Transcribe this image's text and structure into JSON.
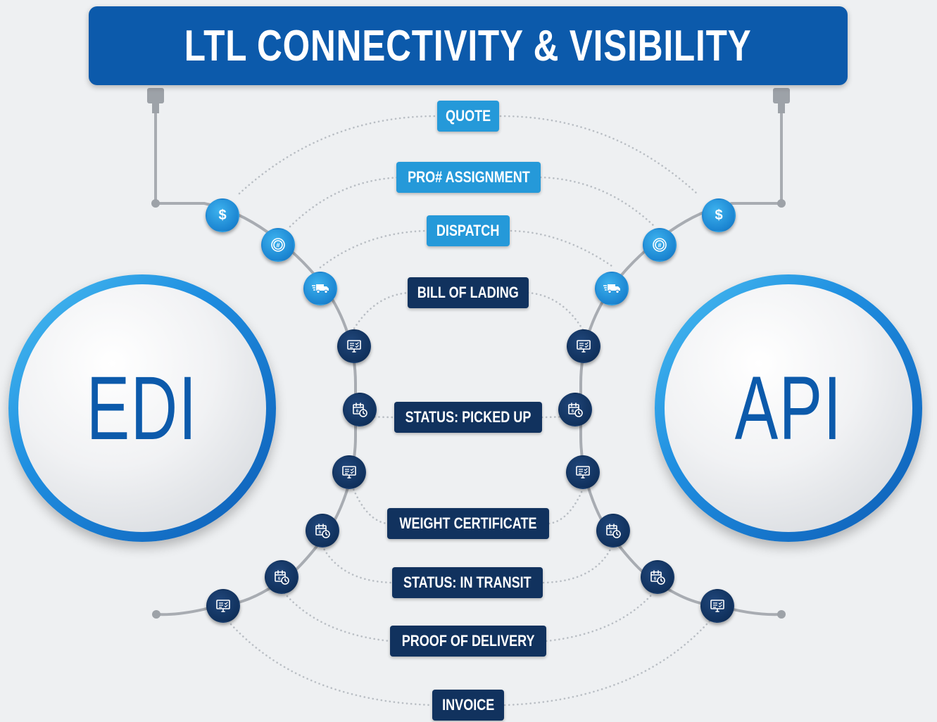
{
  "title": "LTL CONNECTIVITY & VISIBILITY",
  "left_circle": "EDI",
  "right_circle": "API",
  "colors": {
    "header": "#0c5aab",
    "light_label": "#2599d9",
    "dark_label": "#11325e",
    "circle_ring": "#1f8ee0",
    "background": "#eef0f2"
  },
  "labels": [
    {
      "text": "QUOTE",
      "style": "light"
    },
    {
      "text": "PRO# ASSIGNMENT",
      "style": "light"
    },
    {
      "text": "DISPATCH",
      "style": "light"
    },
    {
      "text": "BILL OF LADING",
      "style": "dark"
    },
    {
      "text": "STATUS: PICKED UP",
      "style": "dark"
    },
    {
      "text": "WEIGHT CERTIFICATE",
      "style": "dark"
    },
    {
      "text": "STATUS: IN TRANSIT",
      "style": "dark"
    },
    {
      "text": "PROOF OF DELIVERY",
      "style": "dark"
    },
    {
      "text": "INVOICE",
      "style": "dark"
    }
  ],
  "nodes": [
    {
      "icon": "dollar-icon",
      "style": "light",
      "glyph": "$"
    },
    {
      "icon": "fingerprint-hash-icon",
      "style": "light"
    },
    {
      "icon": "delivery-truck-icon",
      "style": "light"
    },
    {
      "icon": "monitor-checklist-icon",
      "style": "dark"
    },
    {
      "icon": "calendar-clock-icon",
      "style": "dark"
    },
    {
      "icon": "monitor-checklist-icon",
      "style": "dark"
    },
    {
      "icon": "calendar-clock-icon",
      "style": "dark"
    },
    {
      "icon": "calendar-clock-icon",
      "style": "dark"
    },
    {
      "icon": "monitor-checklist-icon",
      "style": "dark"
    }
  ]
}
